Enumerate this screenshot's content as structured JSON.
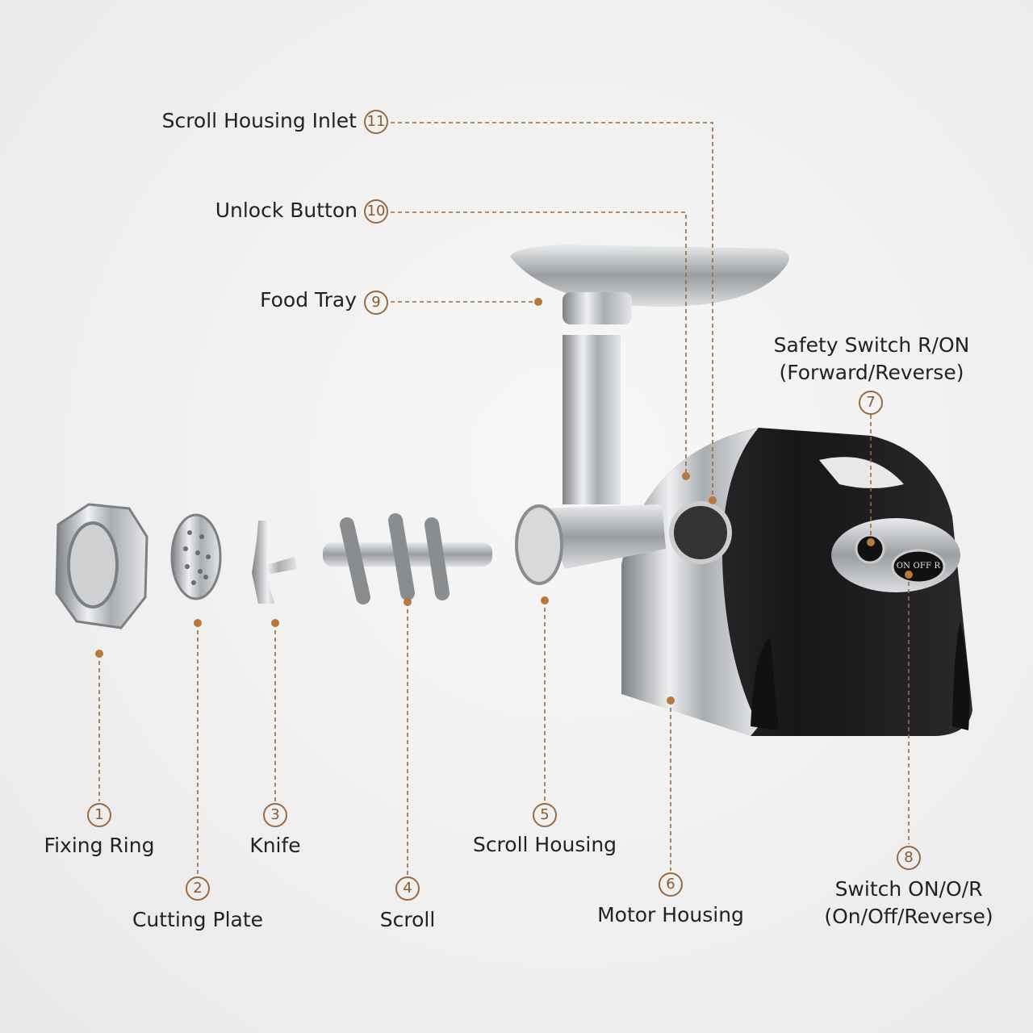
{
  "colors": {
    "accent": "#9a6a40",
    "dot": "#b8783e",
    "text": "#222222",
    "body": "#1c1c1e",
    "steel": "#c8cacc"
  },
  "parts": [
    {
      "number": "1",
      "label": "Fixing Ring"
    },
    {
      "number": "2",
      "label": "Cutting Plate"
    },
    {
      "number": "3",
      "label": "Knife"
    },
    {
      "number": "4",
      "label": "Scroll"
    },
    {
      "number": "5",
      "label": "Scroll Housing"
    },
    {
      "number": "6",
      "label": "Motor Housing"
    },
    {
      "number": "7",
      "label": "Safety Switch R/ON",
      "sublabel": "(Forward/Reverse)"
    },
    {
      "number": "8",
      "label": "Switch ON/O/R",
      "sublabel": "(On/Off/Reverse)"
    },
    {
      "number": "9",
      "label": "Food Tray"
    },
    {
      "number": "10",
      "label": "Unlock Button"
    },
    {
      "number": "11",
      "label": "Scroll Housing Inlet"
    }
  ],
  "switch_marking": "ON OFF R"
}
